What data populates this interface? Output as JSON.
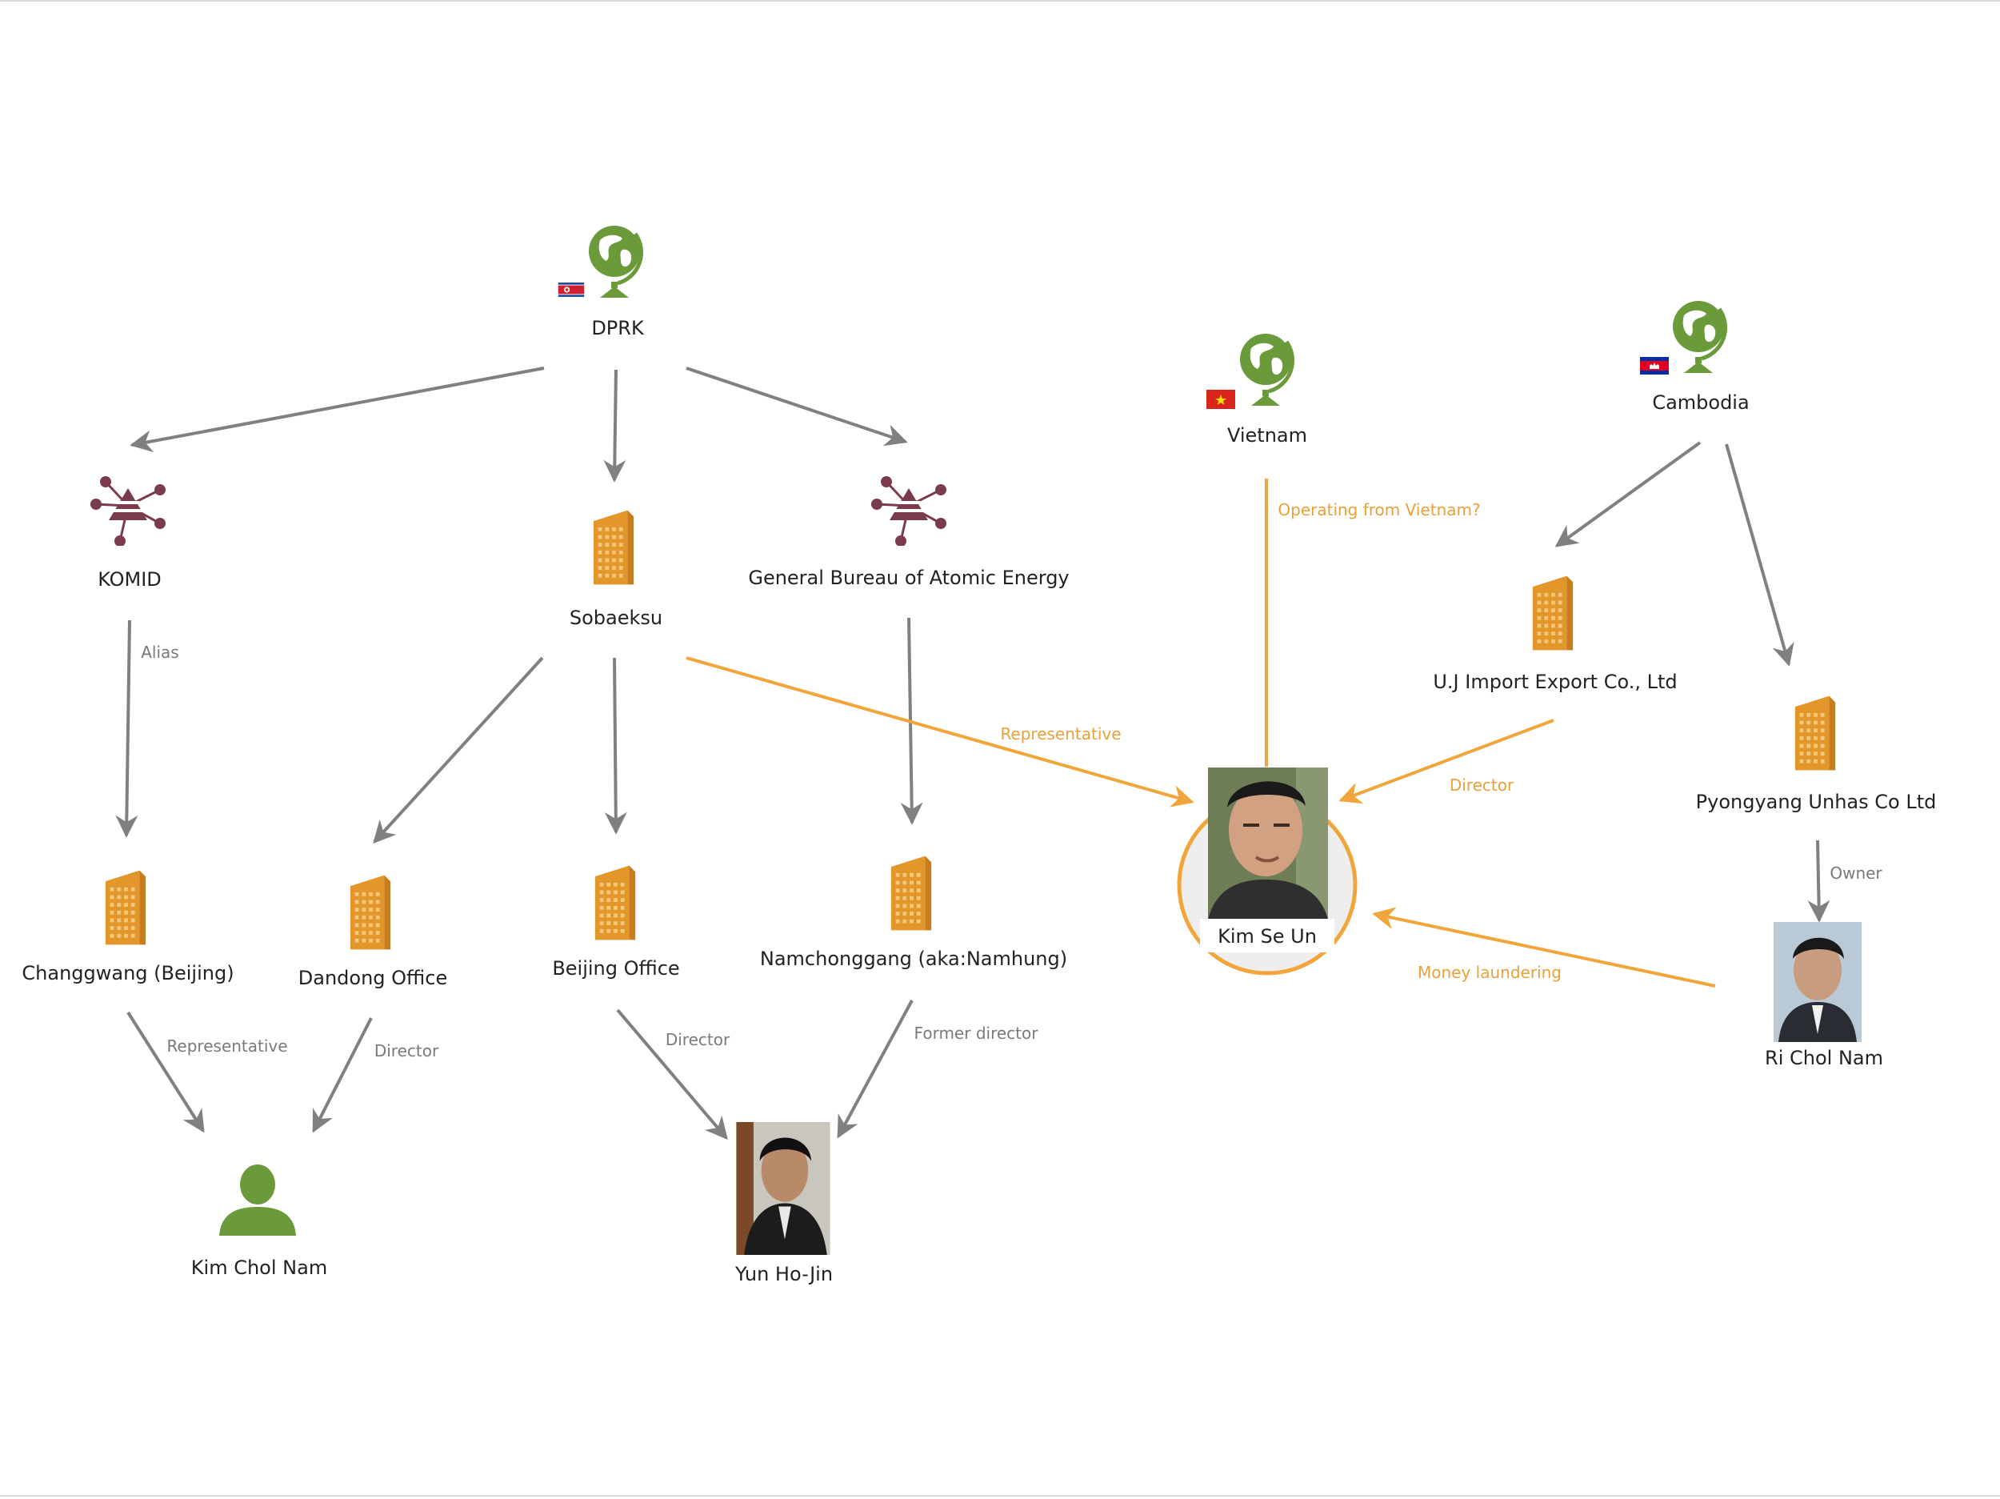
{
  "colors": {
    "edge_default": "#808080",
    "edge_highlight": "#f0a63a",
    "label_default": "#7a7a7a",
    "label_highlight": "#e8a13a",
    "country_icon": "#6a9a3a",
    "company_icon": "#e3962a",
    "network_icon": "#7a3b4a",
    "person_icon": "#6a9a3a",
    "focus_ring": "#f0a63a"
  },
  "nodes": {
    "dprk": {
      "label": "DPRK",
      "icon": "globe-icon",
      "flag": "north-korea-flag-icon"
    },
    "vietnam": {
      "label": "Vietnam",
      "icon": "globe-icon",
      "flag": "vietnam-flag-icon"
    },
    "cambodia": {
      "label": "Cambodia",
      "icon": "globe-icon",
      "flag": "cambodia-flag-icon"
    },
    "komid": {
      "label": "KOMID",
      "icon": "network-icon"
    },
    "sobaeksu": {
      "label": "Sobaeksu",
      "icon": "building-icon"
    },
    "gbae": {
      "label": "General Bureau of Atomic Energy",
      "icon": "network-icon"
    },
    "uj_import": {
      "label": "U.J Import Export Co., Ltd",
      "icon": "building-icon"
    },
    "unhas": {
      "label": "Pyongyang Unhas Co Ltd",
      "icon": "building-icon"
    },
    "kim_se_un": {
      "label": "Kim Se Un",
      "icon": "person-photo"
    },
    "changgwang": {
      "label": "Changgwang (Beijing)",
      "icon": "building-icon"
    },
    "dandong": {
      "label": "Dandong Office",
      "icon": "building-icon"
    },
    "beijing": {
      "label": "Beijing Office",
      "icon": "building-icon"
    },
    "namchonggang": {
      "label": "Namchonggang (aka:Namhung)",
      "icon": "building-icon"
    },
    "ri_chol_nam": {
      "label": "Ri Chol Nam",
      "icon": "person-photo"
    },
    "kim_chol_nam": {
      "label": "Kim Chol Nam",
      "icon": "person-icon"
    },
    "yun_ho_jin": {
      "label": "Yun Ho-Jin",
      "icon": "person-photo"
    }
  },
  "edges": {
    "komid_alias": "Alias",
    "sobaeksu_rep": "Representative",
    "vietnam_op": "Operating from Vietnam?",
    "uj_director": "Director",
    "unhas_owner": "Owner",
    "ri_money": "Money laundering",
    "changgwang_rep": "Representative",
    "dandong_director": "Director",
    "beijing_director": "Director",
    "namchonggang_former": "Former director"
  }
}
